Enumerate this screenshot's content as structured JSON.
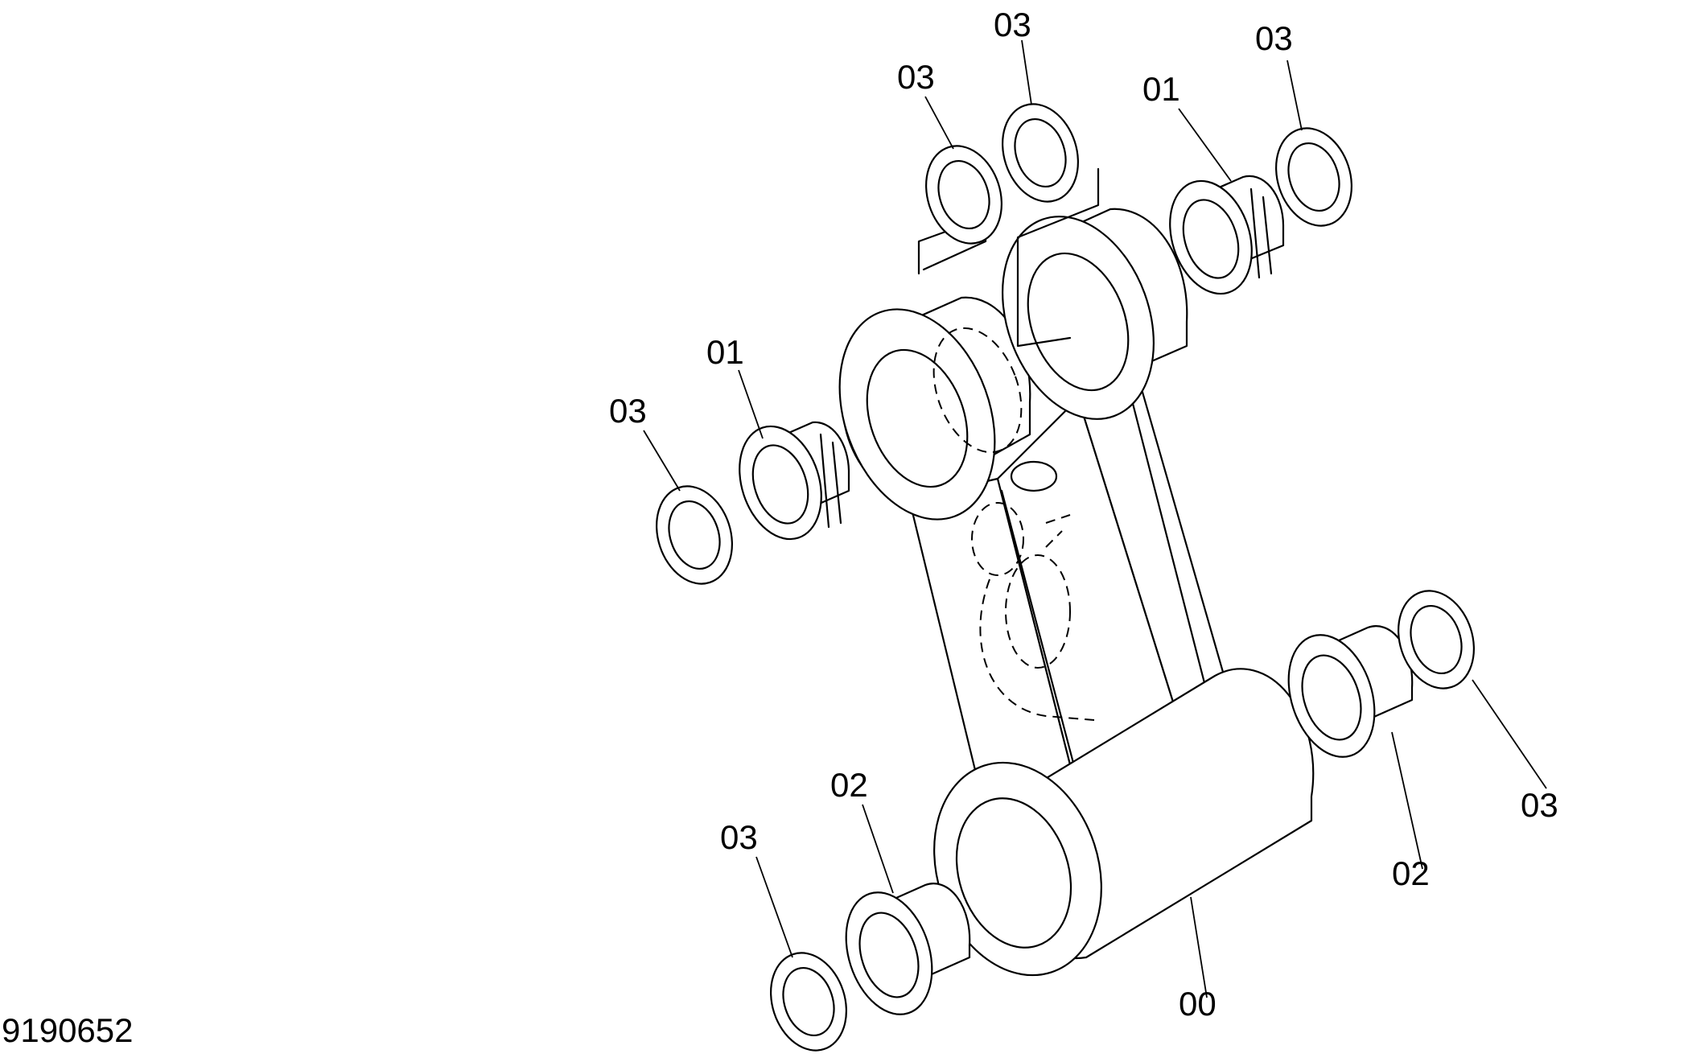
{
  "figure_number": "9190652",
  "callouts": [
    {
      "id": "c-03-top1",
      "text": "03"
    },
    {
      "id": "c-03-top2",
      "text": "03"
    },
    {
      "id": "c-03-top3",
      "text": "03"
    },
    {
      "id": "c-01-right",
      "text": "01"
    },
    {
      "id": "c-01-left",
      "text": "01"
    },
    {
      "id": "c-03-left",
      "text": "03"
    },
    {
      "id": "c-02-bottom-left",
      "text": "02"
    },
    {
      "id": "c-03-bottom-left",
      "text": "03"
    },
    {
      "id": "c-00",
      "text": "00"
    },
    {
      "id": "c-02-right",
      "text": "02"
    },
    {
      "id": "c-03-right",
      "text": "03"
    }
  ]
}
